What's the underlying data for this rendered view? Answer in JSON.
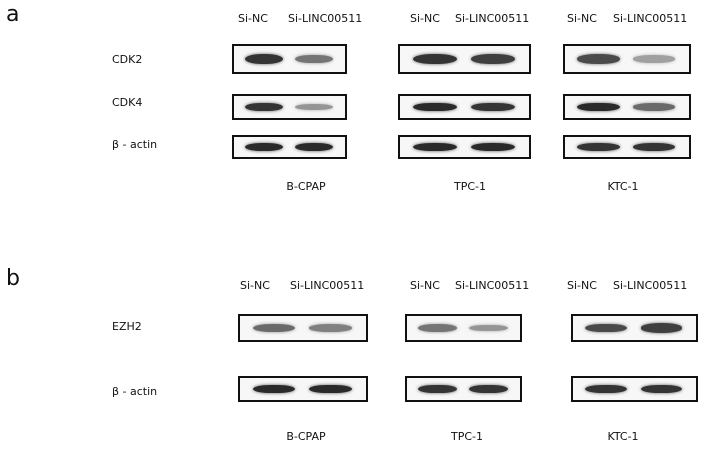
{
  "panels": [
    {
      "letter": "a",
      "lane_labels": [
        "Si-NC",
        "Si-LINC00511"
      ],
      "cell_lines": [
        "B-CPAP",
        "TPC-1",
        "KTC-1"
      ],
      "proteins": [
        {
          "name": "CDK2",
          "intensity": [
            [
              0.85,
              0.55
            ],
            [
              0.85,
              0.8
            ],
            [
              0.75,
              0.35
            ]
          ]
        },
        {
          "name": "CDK4",
          "intensity": [
            [
              0.85,
              0.4
            ],
            [
              0.9,
              0.85
            ],
            [
              0.9,
              0.6
            ]
          ]
        },
        {
          "name": "β - actin",
          "intensity": [
            [
              0.9,
              0.9
            ],
            [
              0.9,
              0.9
            ],
            [
              0.85,
              0.85
            ]
          ]
        }
      ]
    },
    {
      "letter": "b",
      "lane_labels": [
        "Si-NC",
        "Si-LINC00511"
      ],
      "cell_lines": [
        "B-CPAP",
        "TPC-1",
        "KTC-1"
      ],
      "proteins": [
        {
          "name": "EZH2",
          "intensity": [
            [
              0.6,
              0.5
            ],
            [
              0.55,
              0.4
            ],
            [
              0.75,
              0.8
            ]
          ]
        },
        {
          "name": "β - actin",
          "intensity": [
            [
              0.9,
              0.9
            ],
            [
              0.85,
              0.85
            ],
            [
              0.85,
              0.85
            ]
          ]
        }
      ]
    }
  ]
}
